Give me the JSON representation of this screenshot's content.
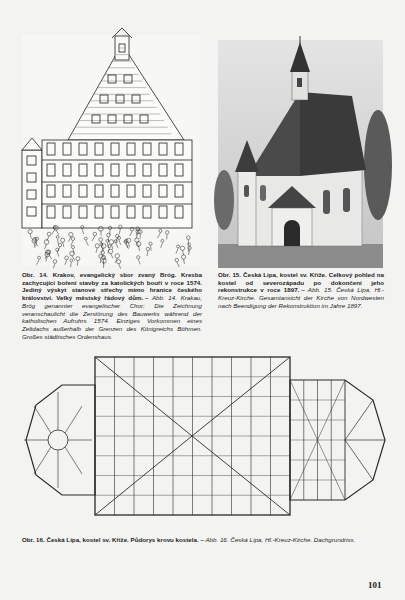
{
  "diagram": {
    "labels": [
      "Obr. 14. Krakov, evangelický sbor zvaný Bróg. Kresba zachycující boření stavby za katolických bouří v roce 1574. Jediný výskyt stanové střechy mimo hranice českého království. Velký městský řádový dům.",
      "– Abb. 14. Krakau, Brög genannter evangelischer Chor: Die Zeichnung veranschaulicht die Zerstörung des Bauwerks während der katholischen Aufruhrs 1574. Einziges Vorkommen eines Zeltdachs außerhalb der Grenzen des Königreichs Böhmen. Großes städtisches Ordenshaus.",
      "Obr. 15. Česká Lípa, kostel sv. Kříže. Celkový pohled na kostel od severozápadu po dokončení jeho rekonstrukce v roce 1897.",
      "– Abb. 15. Česká Lípa, Hl.-Kreuz-Kirche. Gesamtansicht der Kirche von Nordwesten nach Beendigung der Rekonstruktion im Jahre 1897.",
      "Obr. 16. Česká Lípa, kostel sv. Kříže. Půdorys krovu kostela.",
      "– Abb. 16. Česká Lípa, Hl.-Kreuz-Kirche. Dachgrundriss.",
      "101"
    ]
  }
}
